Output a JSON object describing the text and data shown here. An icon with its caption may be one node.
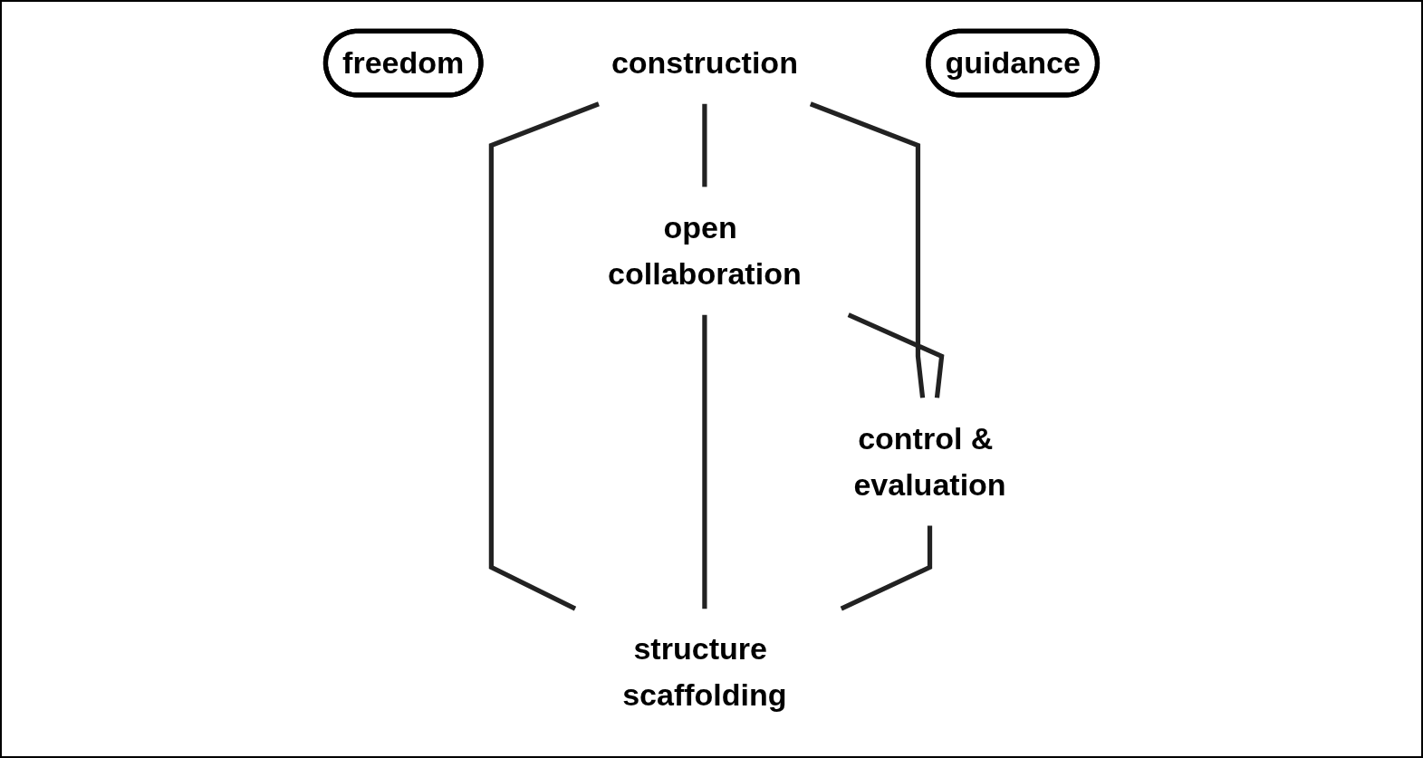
{
  "diagram": {
    "nodes": [
      {
        "text": [
          "freedom"
        ]
      },
      {
        "text": [
          "construction"
        ]
      },
      {
        "text": [
          "open collaboration"
        ]
      },
      {
        "text": [
          "control & evaluation"
        ]
      },
      {
        "text": [
          "structure scaffolding"
        ]
      },
      {
        "text": [
          "guidance"
        ]
      }
    ],
    "edges": [
      {
        "from": 1,
        "to": 2,
        "arrow": "none"
      },
      {
        "from": 1,
        "to": 3,
        "arrow": "none"
      },
      {
        "from": 1,
        "to": 4,
        "arrow": "none"
      },
      {
        "from": 2,
        "to": 3,
        "arrow": "none"
      },
      {
        "from": 2,
        "to": 4,
        "arrow": "none"
      },
      {
        "from": 3,
        "to": 4,
        "arrow": "none"
      }
    ]
  }
}
